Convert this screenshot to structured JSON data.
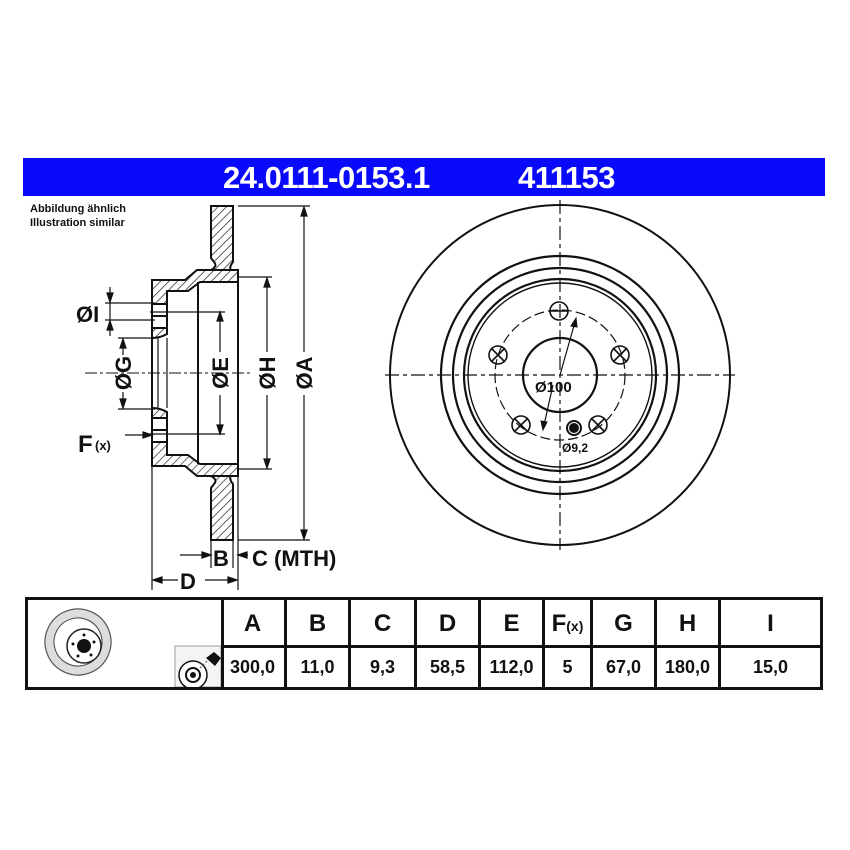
{
  "header": {
    "part_number": "24.0111-0153.1",
    "short_number": "411153",
    "background_color": "#0a0afa"
  },
  "note": {
    "line1": "Abbildung ähnlich",
    "line2": "Illustration similar"
  },
  "section_view": {
    "labels": {
      "I": "ØI",
      "G": "ØG",
      "E": "ØE",
      "H": "ØH",
      "A": "ØA",
      "F": "F",
      "F_suffix": "(x)",
      "B": "B",
      "C": "C (MTH)",
      "D": "D"
    }
  },
  "front_view": {
    "bolt_circle_label": "Ø100",
    "hole_label": "Ø9,2",
    "bolt_holes": 5
  },
  "table": {
    "columns": [
      {
        "key": "A",
        "label": "A",
        "value": "300,0"
      },
      {
        "key": "B",
        "label": "B",
        "value": "11,0"
      },
      {
        "key": "C",
        "label": "C",
        "value": "9,3"
      },
      {
        "key": "D",
        "label": "D",
        "value": "58,5"
      },
      {
        "key": "E",
        "label": "E",
        "value": "112,0"
      },
      {
        "key": "F",
        "label": "F",
        "label_suffix": "(x)",
        "value": "5"
      },
      {
        "key": "G",
        "label": "G",
        "value": "67,0"
      },
      {
        "key": "H",
        "label": "H",
        "value": "180,0"
      },
      {
        "key": "I",
        "label": "I",
        "value": "15,0"
      }
    ]
  }
}
